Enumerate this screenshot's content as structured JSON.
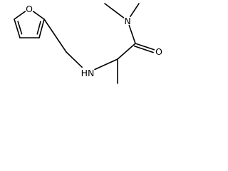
{
  "molecule": {
    "atoms": [
      {
        "id": "furan-o",
        "element": "O",
        "label": "O",
        "show_label": true
      },
      {
        "id": "furan-c2",
        "element": "C",
        "label": "",
        "show_label": false
      },
      {
        "id": "furan-c3",
        "element": "C",
        "label": "",
        "show_label": false
      },
      {
        "id": "furan-c4",
        "element": "C",
        "label": "",
        "show_label": false
      },
      {
        "id": "furan-c5",
        "element": "C",
        "label": "",
        "show_label": false
      },
      {
        "id": "methylene-c",
        "element": "C",
        "label": "",
        "show_label": false
      },
      {
        "id": "amine-n",
        "element": "N",
        "label": "HN",
        "show_label": true
      },
      {
        "id": "alpha-c",
        "element": "C",
        "label": "",
        "show_label": false
      },
      {
        "id": "methyl-c",
        "element": "C",
        "label": "",
        "show_label": false
      },
      {
        "id": "carbonyl-c",
        "element": "C",
        "label": "",
        "show_label": false
      },
      {
        "id": "carbonyl-o",
        "element": "O",
        "label": "O",
        "show_label": true
      },
      {
        "id": "amide-n",
        "element": "N",
        "label": "N",
        "show_label": true
      },
      {
        "id": "n-methyl-1",
        "element": "C",
        "label": "",
        "show_label": false
      },
      {
        "id": "n-methyl-2",
        "element": "C",
        "label": "",
        "show_label": false
      }
    ],
    "bonds": [
      {
        "from": "furan-o",
        "to": "furan-c2",
        "order": 1
      },
      {
        "from": "furan-c2",
        "to": "furan-c3",
        "order": 2
      },
      {
        "from": "furan-c3",
        "to": "furan-c4",
        "order": 1
      },
      {
        "from": "furan-c4",
        "to": "furan-c5",
        "order": 2
      },
      {
        "from": "furan-c5",
        "to": "furan-o",
        "order": 1
      },
      {
        "from": "furan-c2",
        "to": "methylene-c",
        "order": 1
      },
      {
        "from": "methylene-c",
        "to": "amine-n",
        "order": 1
      },
      {
        "from": "amine-n",
        "to": "alpha-c",
        "order": 1
      },
      {
        "from": "alpha-c",
        "to": "methyl-c",
        "order": 1
      },
      {
        "from": "alpha-c",
        "to": "carbonyl-c",
        "order": 1
      },
      {
        "from": "carbonyl-c",
        "to": "carbonyl-o",
        "order": 2
      },
      {
        "from": "carbonyl-c",
        "to": "amide-n",
        "order": 1
      },
      {
        "from": "amide-n",
        "to": "n-methyl-1",
        "order": 1
      },
      {
        "from": "amide-n",
        "to": "n-methyl-2",
        "order": 1
      }
    ]
  }
}
